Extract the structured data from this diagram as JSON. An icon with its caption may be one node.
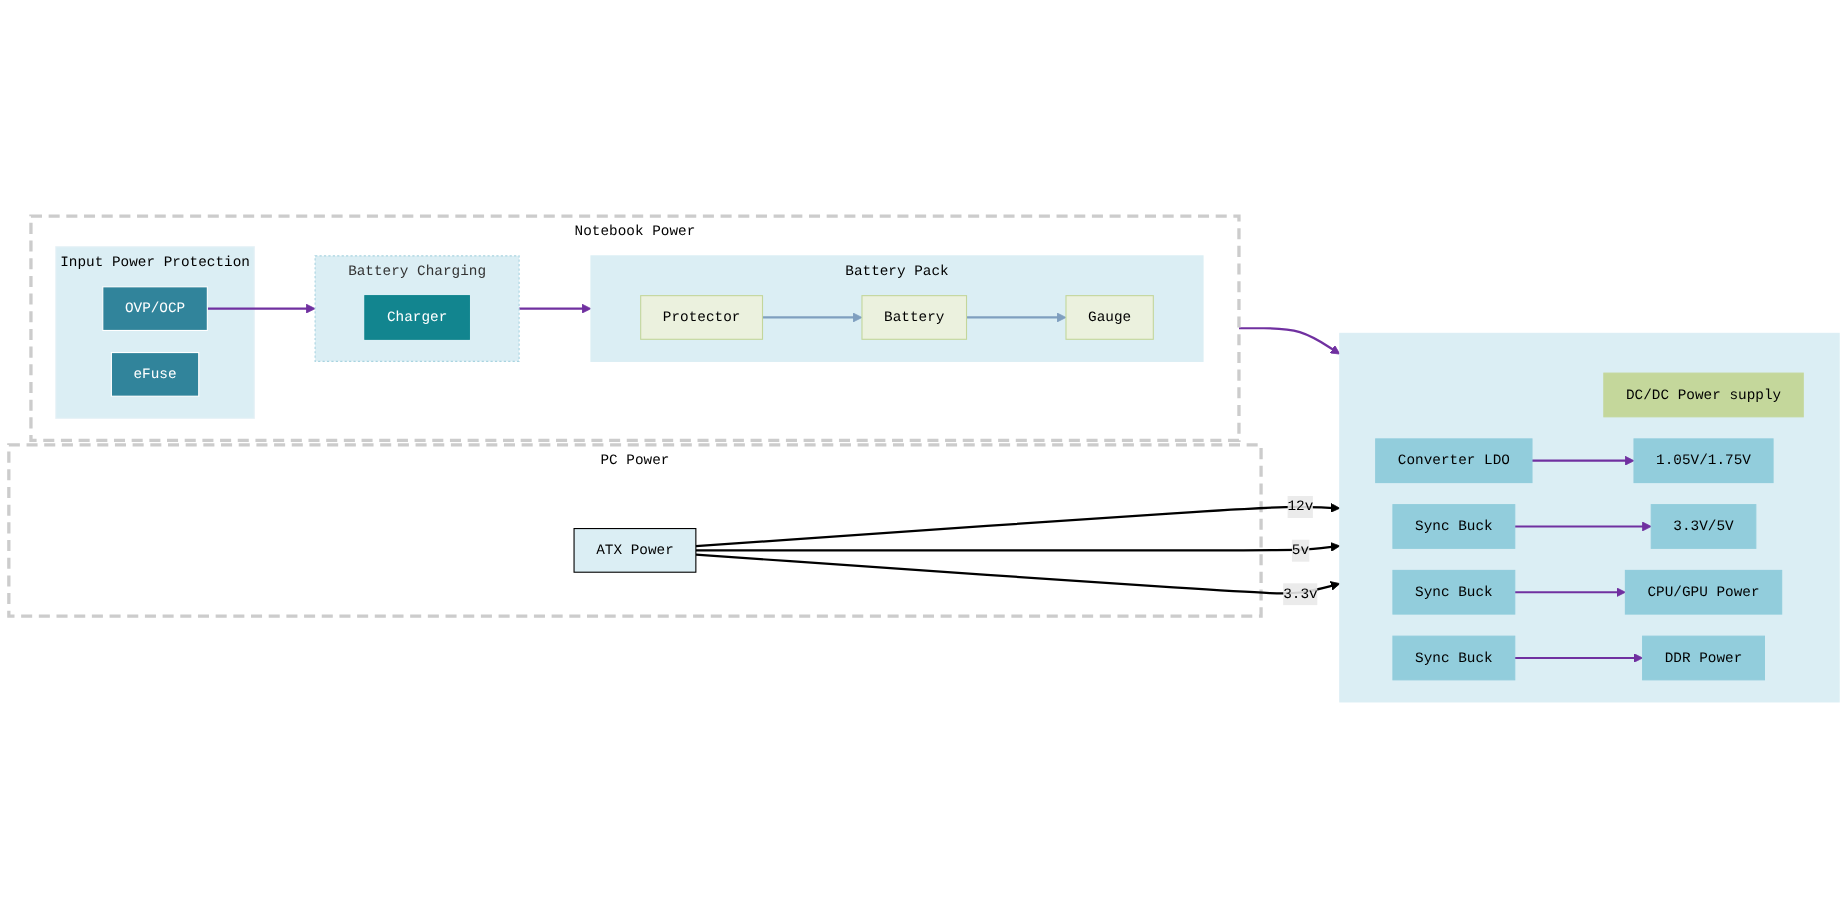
{
  "diagram": {
    "nodes": [
      {
        "text": [
          "Notebook Power"
        ]
      },
      {
        "text": [
          "Input Power Protection"
        ],
        "in": 0
      },
      {
        "text": [
          "eFuse"
        ],
        "in": 1
      },
      {
        "text": [
          "OVP/OCP"
        ],
        "in": 1
      },
      {
        "text": [
          "Battery Charging"
        ],
        "in": 0
      },
      {
        "text": [
          "Charger"
        ],
        "in": 4
      },
      {
        "text": [
          "Battery Pack"
        ],
        "in": 0
      },
      {
        "text": [
          "Protector"
        ],
        "in": 6
      },
      {
        "text": [
          "Gauge"
        ],
        "in": 6
      },
      {
        "text": [
          "Battery"
        ],
        "in": 6
      },
      {
        "text": [],
        "shape": "box"
      },
      {
        "text": [
          "DC/DC Power supply"
        ],
        "in": 10
      },
      {
        "text": [
          "Converter LDO"
        ],
        "in": 10
      },
      {
        "text": [
          "1.05V/1.75V"
        ],
        "in": 10
      },
      {
        "text": [
          "Sync Buck"
        ],
        "in": 10
      },
      {
        "text": [
          "3.3V/5V"
        ],
        "in": 10
      },
      {
        "text": [
          "Sync Buck"
        ],
        "in": 10
      },
      {
        "text": [
          "CPU/GPU Power"
        ],
        "in": 10
      },
      {
        "text": [
          "Sync Buck"
        ],
        "in": 10
      },
      {
        "text": [
          "DDR Power"
        ],
        "in": 10
      },
      {
        "text": [
          "PC Power"
        ]
      },
      {
        "text": [
          "ATX Power"
        ],
        "in": 20
      }
    ],
    "edges": [
      {
        "from": 3,
        "to": 4,
        "arrow": "to"
      },
      {
        "from": 4,
        "to": 6,
        "arrow": "to"
      },
      {
        "from": 7,
        "to": 9,
        "arrow": "to",
        "color": "#7f9fbf"
      },
      {
        "from": 9,
        "to": 8,
        "arrow": "to",
        "color": "#7f9fbf"
      },
      {
        "from": 0,
        "to": 10,
        "arrow": "to"
      },
      {
        "from": 12,
        "to": 13,
        "arrow": "to"
      },
      {
        "from": 14,
        "to": 15,
        "arrow": "to"
      },
      {
        "from": 16,
        "to": 17,
        "arrow": "to"
      },
      {
        "from": 18,
        "to": 19,
        "arrow": "to"
      },
      {
        "from": 21,
        "to": 10,
        "label": "12v",
        "arrow": "to",
        "color": "#000000"
      },
      {
        "from": 21,
        "to": 10,
        "label": "5v",
        "arrow": "to",
        "color": "#000000"
      },
      {
        "from": 21,
        "to": 10,
        "label": "3.3v",
        "arrow": "to",
        "color": "#000000"
      }
    ]
  }
}
